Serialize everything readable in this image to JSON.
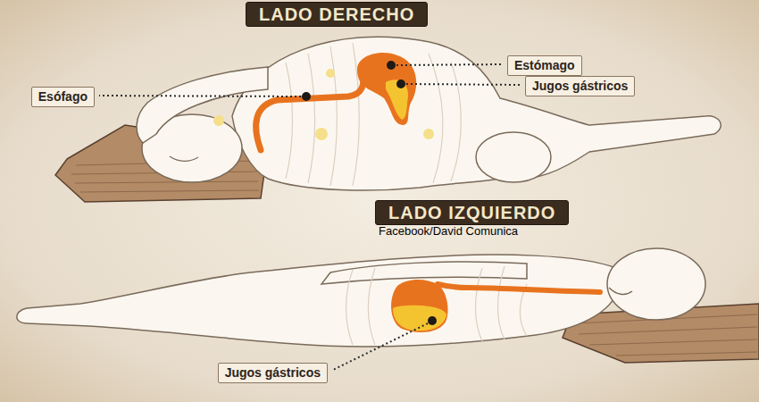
{
  "diagram": {
    "nodes": [
      {
        "text": [
          "LADO DERECHO"
        ]
      },
      {
        "text": [
          "Estómago"
        ]
      },
      {
        "text": [
          "Jugos gástricos"
        ]
      },
      {
        "text": [
          "Esófago"
        ]
      },
      {
        "text": [
          "LADO IZQUIERDO"
        ]
      },
      {
        "text": [
          "Jugos gástricos"
        ]
      }
    ],
    "labels": [
      "Facebook/David Comunica"
    ]
  }
}
